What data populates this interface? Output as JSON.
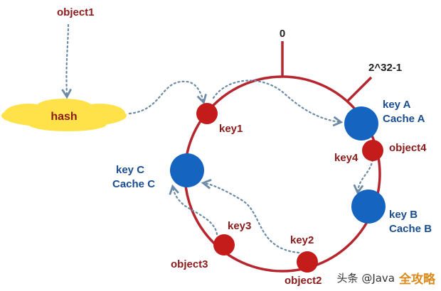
{
  "diagram": {
    "labels": {
      "top": "0",
      "max": "2^32-1",
      "hash": "hash",
      "object1": "object1",
      "object2": "object2",
      "object3": "object3",
      "object4": "object4",
      "key1": "key1",
      "key2": "key2",
      "key3": "key3",
      "key4": "key4",
      "nodeA_key": "key A",
      "nodeA_cache": "Cache A",
      "nodeB_key": "key B",
      "nodeB_cache": "Cache B",
      "nodeC_key": "key C",
      "nodeC_cache": "Cache C"
    },
    "watermark": {
      "source": "头条 @Java",
      "brand": "全攻略"
    }
  },
  "colors": {
    "ring": "#b5262e",
    "key_node": "#c41b1b",
    "cache_node": "#1565c0",
    "label_red": "#8b1a1a",
    "label_blue": "#1a4d8f",
    "hash_cloud": "#ffe14a",
    "arrow": "#6b8aa6"
  }
}
